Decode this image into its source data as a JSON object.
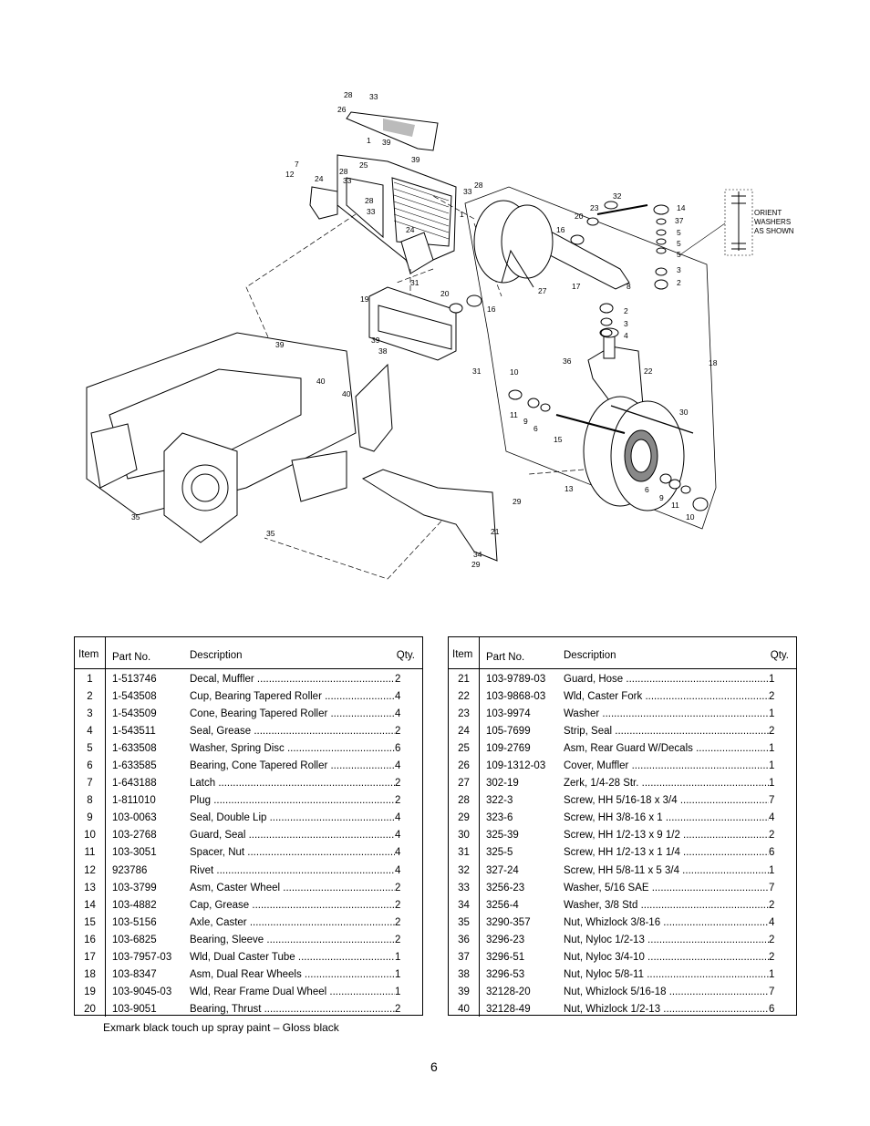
{
  "diagram": {
    "callouts": [
      "28",
      "33",
      "26",
      "1",
      "39",
      "7",
      "12",
      "24",
      "28",
      "33",
      "25",
      "39",
      "28",
      "33",
      "28",
      "33",
      "1",
      "24",
      "32",
      "23",
      "14",
      "37",
      "20",
      "16",
      "5",
      "5",
      "5",
      "3",
      "2",
      "27",
      "17",
      "8",
      "31",
      "20",
      "19",
      "16",
      "2",
      "3",
      "4",
      "39",
      "39",
      "38",
      "40",
      "40",
      "31",
      "36",
      "22",
      "18",
      "10",
      "11",
      "9",
      "6",
      "15",
      "30",
      "13",
      "6",
      "9",
      "11",
      "10",
      "29",
      "21",
      "35",
      "35",
      "34",
      "29"
    ],
    "orient_note": [
      "ORIENT",
      "WASHERS",
      "AS SHOWN"
    ]
  },
  "table_headers": {
    "item": "Item",
    "part": "Part No.",
    "desc": "Description",
    "qty": "Qty."
  },
  "tables": {
    "left": [
      {
        "item": "1",
        "part": "1-513746",
        "desc": "Decal, Muffler",
        "qty": "2"
      },
      {
        "item": "2",
        "part": "1-543508",
        "desc": "Cup, Bearing Tapered Roller",
        "qty": "4"
      },
      {
        "item": "3",
        "part": "1-543509",
        "desc": "Cone, Bearing Tapered Roller",
        "qty": "4"
      },
      {
        "item": "4",
        "part": "1-543511",
        "desc": "Seal, Grease",
        "qty": "2"
      },
      {
        "item": "5",
        "part": "1-633508",
        "desc": "Washer, Spring Disc",
        "qty": "6"
      },
      {
        "item": "6",
        "part": "1-633585",
        "desc": "Bearing, Cone Tapered Roller",
        "qty": "4"
      },
      {
        "item": "7",
        "part": "1-643188",
        "desc": "Latch",
        "qty": "2"
      },
      {
        "item": "8",
        "part": "1-811010",
        "desc": "Plug",
        "qty": "2"
      },
      {
        "item": "9",
        "part": "103-0063",
        "desc": "Seal, Double Lip",
        "qty": "4"
      },
      {
        "item": "10",
        "part": "103-2768",
        "desc": "Guard, Seal",
        "qty": "4"
      },
      {
        "item": "11",
        "part": "103-3051",
        "desc": "Spacer, Nut",
        "qty": "4"
      },
      {
        "item": "12",
        "part": "923786",
        "desc": "Rivet",
        "qty": "4"
      },
      {
        "item": "13",
        "part": "103-3799",
        "desc": "Asm, Caster Wheel",
        "qty": "2"
      },
      {
        "item": "14",
        "part": "103-4882",
        "desc": "Cap, Grease",
        "qty": "2"
      },
      {
        "item": "15",
        "part": "103-5156",
        "desc": "Axle, Caster",
        "qty": "2"
      },
      {
        "item": "16",
        "part": "103-6825",
        "desc": "Bearing, Sleeve",
        "qty": "2"
      },
      {
        "item": "17",
        "part": "103-7957-03",
        "desc": "Wld, Dual Caster Tube",
        "qty": "1"
      },
      {
        "item": "18",
        "part": "103-8347",
        "desc": "Asm, Dual Rear Wheels",
        "qty": "1"
      },
      {
        "item": "19",
        "part": "103-9045-03",
        "desc": "Wld, Rear Frame Dual Wheel",
        "qty": "1"
      },
      {
        "item": "20",
        "part": "103-9051",
        "desc": "Bearing, Thrust",
        "qty": "2"
      }
    ],
    "right": [
      {
        "item": "21",
        "part": "103-9789-03",
        "desc": "Guard, Hose",
        "qty": "1"
      },
      {
        "item": "22",
        "part": "103-9868-03",
        "desc": "Wld, Caster Fork",
        "qty": "2"
      },
      {
        "item": "23",
        "part": "103-9974",
        "desc": "Washer",
        "qty": "1"
      },
      {
        "item": "24",
        "part": "105-7699",
        "desc": "Strip, Seal",
        "qty": "2"
      },
      {
        "item": "25",
        "part": "109-2769",
        "desc": "Asm, Rear Guard W/Decals",
        "qty": "1"
      },
      {
        "item": "26",
        "part": "109-1312-03",
        "desc": "Cover, Muffler",
        "qty": "1"
      },
      {
        "item": "27",
        "part": "302-19",
        "desc": "Zerk, 1/4-28 Str.",
        "qty": "1"
      },
      {
        "item": "28",
        "part": "322-3",
        "desc": "Screw, HH 5/16-18 x 3/4",
        "qty": "7"
      },
      {
        "item": "29",
        "part": "323-6",
        "desc": "Screw, HH 3/8-16 x 1",
        "qty": "4"
      },
      {
        "item": "30",
        "part": "325-39",
        "desc": "Screw, HH 1/2-13 x 9 1/2",
        "qty": "2"
      },
      {
        "item": "31",
        "part": "325-5",
        "desc": "Screw, HH 1/2-13 x 1 1/4",
        "qty": "6"
      },
      {
        "item": "32",
        "part": "327-24",
        "desc": "Screw, HH 5/8-11 x 5 3/4",
        "qty": "1"
      },
      {
        "item": "33",
        "part": "3256-23",
        "desc": "Washer, 5/16 SAE",
        "qty": "7"
      },
      {
        "item": "34",
        "part": "3256-4",
        "desc": "Washer, 3/8 Std",
        "qty": "2"
      },
      {
        "item": "35",
        "part": "3290-357",
        "desc": "Nut, Whizlock 3/8-16",
        "qty": "4"
      },
      {
        "item": "36",
        "part": "3296-23",
        "desc": "Nut, Nyloc 1/2-13",
        "qty": "2"
      },
      {
        "item": "37",
        "part": "3296-51",
        "desc": "Nut, Nyloc 3/4-10",
        "qty": "2"
      },
      {
        "item": "38",
        "part": "3296-53",
        "desc": "Nut, Nyloc 5/8-11",
        "qty": "1"
      },
      {
        "item": "39",
        "part": "32128-20",
        "desc": "Nut, Whizlock 5/16-18",
        "qty": "7"
      },
      {
        "item": "40",
        "part": "32128-49",
        "desc": "Nut, Whizlock 1/2-13",
        "qty": "6"
      }
    ]
  },
  "note": "Exmark black touch up spray paint – Gloss black",
  "page_number": "6"
}
